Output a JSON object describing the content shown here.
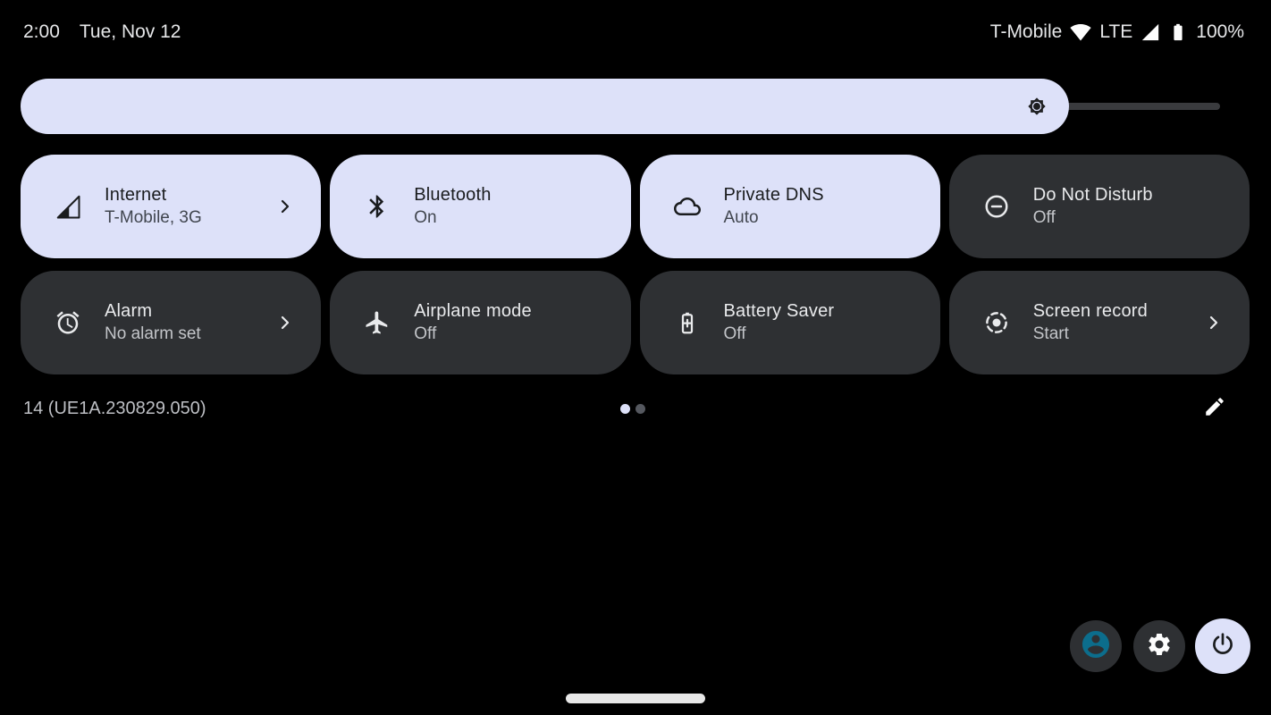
{
  "status_bar": {
    "time": "2:00",
    "date": "Tue, Nov 12",
    "carrier": "T-Mobile",
    "network_type": "LTE",
    "battery_level": "100%",
    "icons": [
      "wifi-icon",
      "signal-cellular-icon",
      "battery-icon"
    ]
  },
  "brightness": {
    "percent": 87.4,
    "icon": "brightness-icon"
  },
  "tiles": [
    {
      "title": "Internet",
      "subtitle": "T-Mobile, 3G",
      "state": "active",
      "icon": "signal-cellular-partial-icon",
      "has_chevron": true
    },
    {
      "title": "Bluetooth",
      "subtitle": "On",
      "state": "active",
      "icon": "bluetooth-icon",
      "has_chevron": false
    },
    {
      "title": "Private DNS",
      "subtitle": "Auto",
      "state": "active",
      "icon": "cloud-icon",
      "has_chevron": false
    },
    {
      "title": "Do Not Disturb",
      "subtitle": "Off",
      "state": "inactive",
      "icon": "do-not-disturb-icon",
      "has_chevron": false
    },
    {
      "title": "Alarm",
      "subtitle": "No alarm set",
      "state": "inactive",
      "icon": "alarm-icon",
      "has_chevron": true
    },
    {
      "title": "Airplane mode",
      "subtitle": "Off",
      "state": "inactive",
      "icon": "airplane-icon",
      "has_chevron": false
    },
    {
      "title": "Battery Saver",
      "subtitle": "Off",
      "state": "inactive",
      "icon": "battery-saver-icon",
      "has_chevron": false
    },
    {
      "title": "Screen record",
      "subtitle": "Start",
      "state": "inactive",
      "icon": "screen-record-icon",
      "has_chevron": true
    }
  ],
  "footer": {
    "build_number": "14 (UE1A.230829.050)",
    "page_count": 2,
    "active_page": 1,
    "edit_icon": "pencil-icon"
  },
  "bottom_buttons": {
    "user_switcher_icon": "user-avatar-icon",
    "settings_icon": "gear-icon",
    "power_icon": "power-icon"
  },
  "colors": {
    "background": "#000000",
    "accent_light": "#dde1f9",
    "tile_dark": "#2e3033",
    "track_dark": "#3a3b3e",
    "user_icon_teal": "#0c6d8c"
  }
}
